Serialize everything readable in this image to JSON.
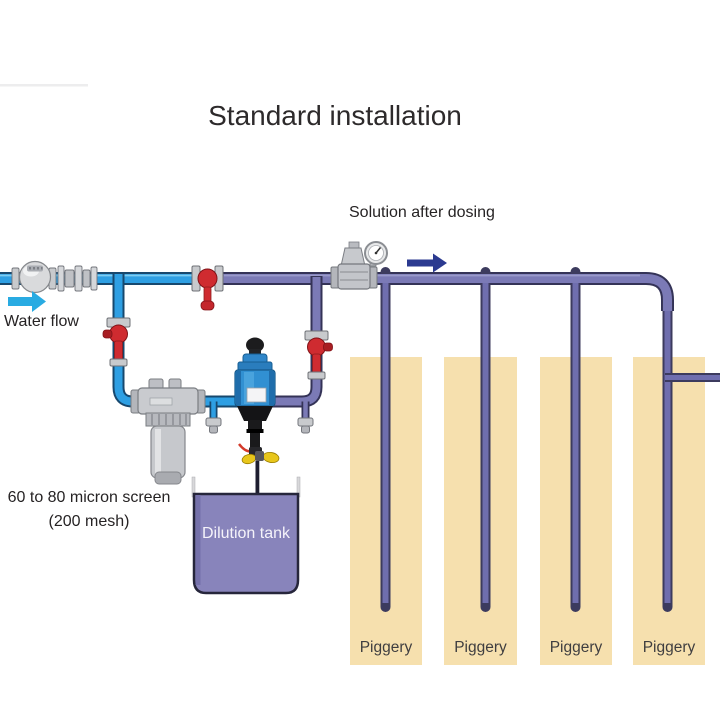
{
  "title": "Standard installation",
  "labels": {
    "solution_after_dosing": "Solution after dosing",
    "water_flow": "Water flow",
    "filter_note_line1": "60 to 80 micron screen",
    "filter_note_line2": "(200 mesh)",
    "dilution_tank": "Dilution tank"
  },
  "piggeries": [
    {
      "label": "Piggery"
    },
    {
      "label": "Piggery"
    },
    {
      "label": "Piggery"
    },
    {
      "label": "Piggery"
    }
  ],
  "colors": {
    "water_pipe_blue": "#2e9fe3",
    "water_pipe_outline": "#17486e",
    "solution_pipe_purple": "#7b7ab6",
    "solution_pipe_outline": "#343357",
    "valve_red": "#cf2b30",
    "fitting_grey": "#c8cacd",
    "piggery_beige": "#f6e0ae",
    "tank_purple": "#8884bb",
    "pump_blue": "#3190d2",
    "water_arrow_blue": "#29abe2",
    "solution_arrow_navy": "#2b3a90",
    "handle_yellow": "#e8c61b"
  }
}
